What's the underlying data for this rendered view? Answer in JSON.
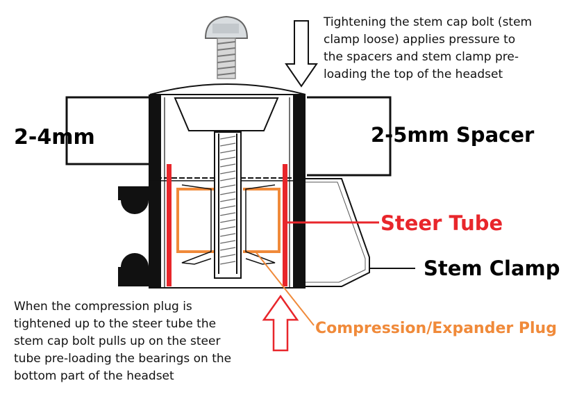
{
  "diagram": {
    "top_note": [
      "Tightening the stem cap bolt (stem",
      "clamp loose) applies pressure to",
      "the spacers and stem clamp pre-",
      "loading the top of the headset"
    ],
    "bottom_note": [
      "When the compression plug is",
      "tightened up to the steer tube the",
      "stem cap bolt pulls up on the steer",
      "tube pre-loading the bearings on the",
      "bottom part of the headset"
    ],
    "labels": {
      "gap": "2-4mm",
      "spacer": "2-5mm Spacer",
      "steer_tube": "Steer Tube",
      "stem_clamp": "Stem Clamp",
      "plug": "Compression/Expander Plug"
    },
    "colors": {
      "steer_tube": "#e8262b",
      "plug": "#f08a3a",
      "outline": "#111111"
    }
  }
}
